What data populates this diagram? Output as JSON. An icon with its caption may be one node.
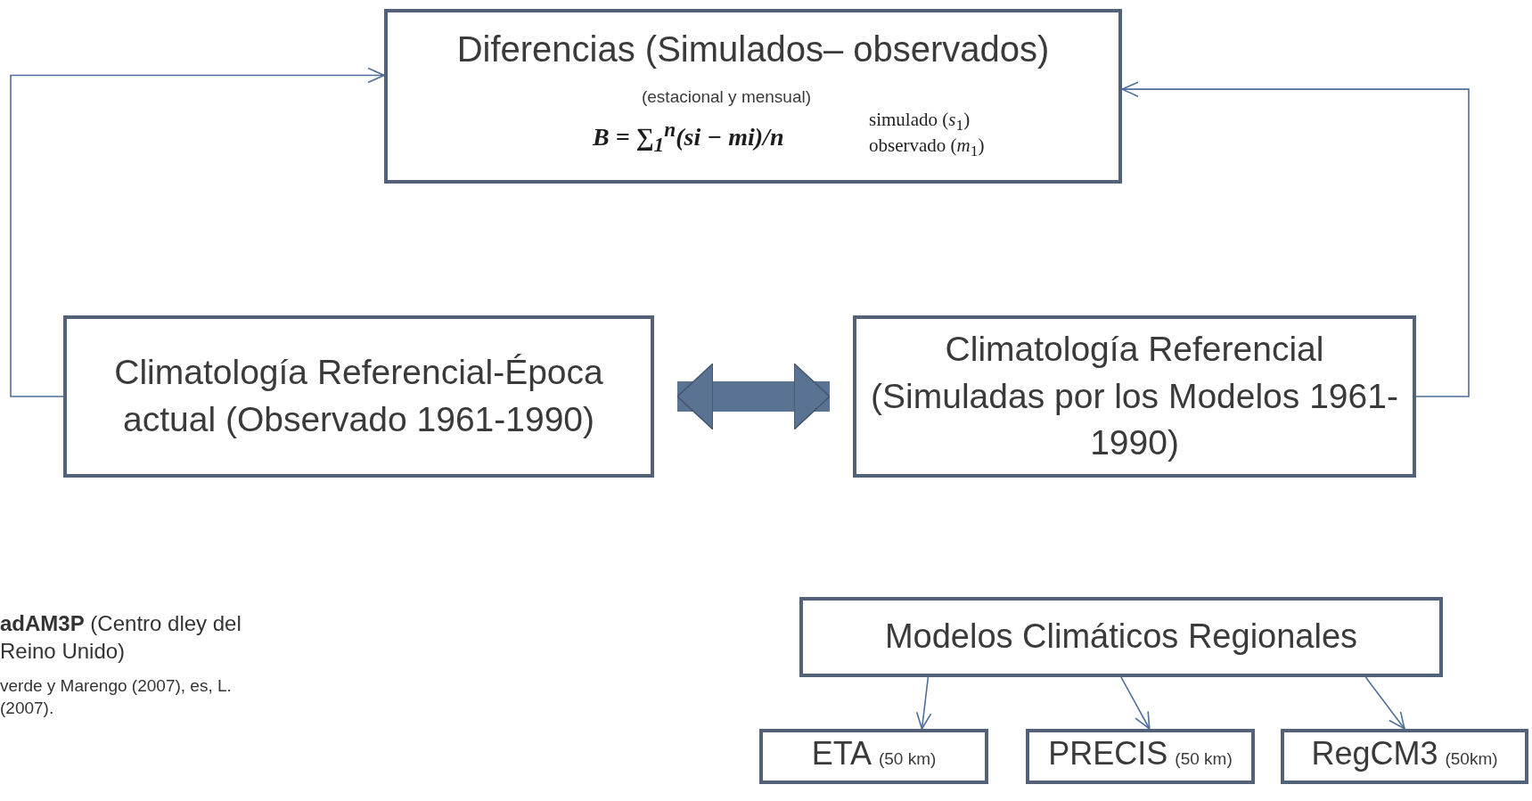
{
  "diagram": {
    "nodes": [
      {
        "text": [
          "Diferencias (Simulados– observados)",
          "(estacional  y  mensual)",
          "B = ∑$_{1}$$^{n}$(si − mi)/n",
          "simulado (*s*$_{1}$)",
          "observado (*m*$_{1}$)"
        ]
      },
      {
        "text": [
          "Climatología Referencial-Época actual  (Observado 1961-1990)"
        ]
      },
      {
        "text": [
          "Climatología Referencial (Simuladas por los Modelos 1961-1990)"
        ]
      },
      {
        "text": [
          "Modelos  Climáticos Regionales"
        ]
      },
      {
        "text": [
          "ETA",
          "(50 km)"
        ]
      },
      {
        "text": [
          "PRECIS",
          "(50 km)"
        ]
      },
      {
        "text": [
          "RegCM3",
          "(50km)"
        ]
      }
    ],
    "edges": [
      {
        "from": 1,
        "to": 0,
        "arrow": "to"
      },
      {
        "from": 2,
        "to": 0,
        "arrow": "to"
      },
      {
        "from": 1,
        "to": 2,
        "arrow": "both",
        "style": "thick",
        "color": "#5b7393"
      },
      {
        "from": 3,
        "to": 4,
        "arrow": "to"
      },
      {
        "from": 3,
        "to": 5,
        "arrow": "to"
      },
      {
        "from": 3,
        "to": 6,
        "arrow": "to"
      }
    ],
    "labels": [
      "**adAM3P** (Centro dley del Reino Unido)",
      "verde y Marengo (2007), es, L. (2007)."
    ]
  }
}
